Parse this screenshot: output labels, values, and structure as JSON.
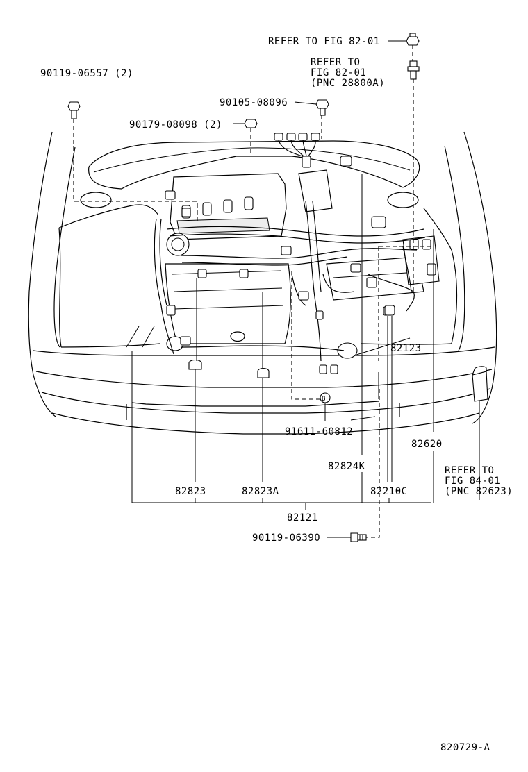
{
  "diagram": {
    "figure_number": "820729-A",
    "labels": {
      "refer_82_01_top": "REFER TO FIG 82-01",
      "refer_82_01_pnc_l1": "REFER TO",
      "refer_82_01_pnc_l2": "FIG 82-01",
      "refer_82_01_pnc_l3": "(PNC 28800A)",
      "p90119_06557": "90119-06557 (2)",
      "p90105_08096": "90105-08096",
      "p90179_08098": "90179-08098 (2)",
      "p82123": "82123",
      "p91611_60812": "91611-60812",
      "p82620": "82620",
      "p82824K": "82824K",
      "refer_84_01_l1": "REFER TO",
      "refer_84_01_l2": "FIG 84-01",
      "refer_84_01_l3": "(PNC 82623)",
      "p82823": "82823",
      "p82823A": "82823A",
      "p82210C": "82210C",
      "p82121": "82121",
      "p90119_06390": "90119-06390",
      "marker_b": "B"
    }
  }
}
